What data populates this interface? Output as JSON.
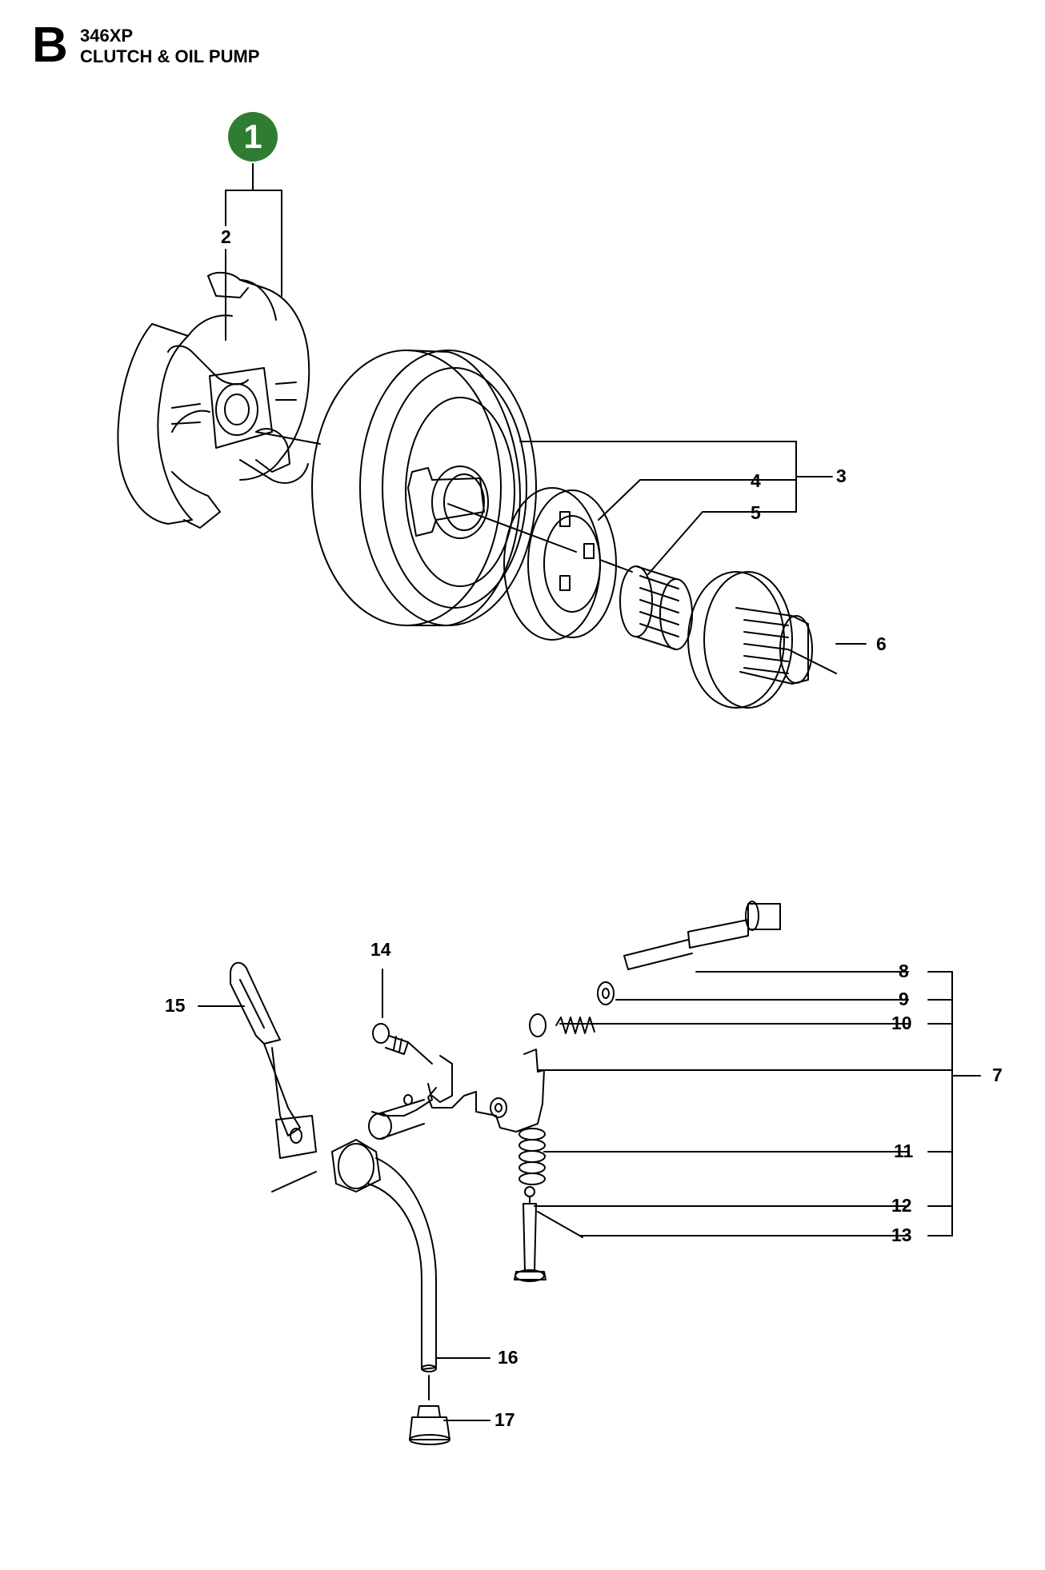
{
  "header": {
    "section_letter": "B",
    "model": "346XP",
    "title": "CLUTCH & OIL PUMP"
  },
  "badge": {
    "label": "1",
    "color": "#2e7d32"
  },
  "callouts": {
    "c2": "2",
    "c3": "3",
    "c4": "4",
    "c5": "5",
    "c6": "6",
    "c7": "7",
    "c8": "8",
    "c9": "9",
    "c10": "10",
    "c11": "11",
    "c12": "12",
    "c13": "13",
    "c14": "14",
    "c15": "15",
    "c16": "16",
    "c17": "17"
  }
}
